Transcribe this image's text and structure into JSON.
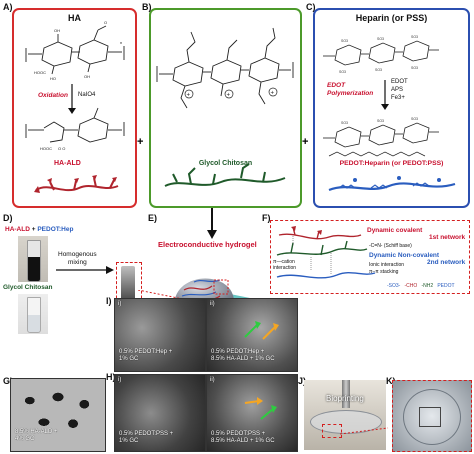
{
  "panels": {
    "A": {
      "letter": "A)",
      "title": "HA",
      "reaction_label": "Oxidation",
      "reagent": "NaIO4",
      "product_label": "HA-ALD"
    },
    "B": {
      "letter": "B)",
      "product_label": "Glycol Chitosan"
    },
    "C": {
      "letter": "C)",
      "title": "Heparin (or PSS)",
      "reaction_label_1": "EDOT",
      "reaction_label_2": "Polymerization",
      "reagent_1": "EDOT",
      "reagent_2": "APS",
      "reagent_3": "Fe3+",
      "product_label": "PEDOT:Heparin (or PEDOT:PSS)"
    },
    "D": {
      "letter": "D)",
      "component_1": "HA-ALD",
      "component_2": "PEDOT:Hep",
      "component_3": "Glycol Chitosan",
      "mixing_label_1": "Homogenous",
      "mixing_label_2": "mixing"
    },
    "E": {
      "letter": "E)",
      "hydrogel_label": "Electroconductive hydrogel"
    },
    "F": {
      "letter": "F)",
      "covalent_label": "Dynamic covalent",
      "network_1": "1st network",
      "schiff_label": "-C=N- (Schiff base)",
      "noncovalent_label": "Dynamic  Non-covalent",
      "network_2": "2nd network",
      "cation_label_1": "π—cation",
      "cation_label_2": "interaction",
      "ionic_label": "Ionic interaction",
      "pi_label": "π–π stacking",
      "legend_1": "-SO3-",
      "legend_2": "-CHO",
      "legend_3": "-NH2",
      "legend_4": "PEDOT"
    },
    "G": {
      "letter": "G)",
      "caption_1": "8.5% HA-ALD +",
      "caption_2": "4% GC"
    },
    "H": {
      "letter": "H)"
    },
    "I": {
      "letter": "I)"
    },
    "J": {
      "letter": "J)",
      "bioprinting_label": "Bioprinting"
    },
    "K": {
      "letter": "K)"
    }
  },
  "plus_signs": [
    "+",
    "+"
  ],
  "sem_tiles": [
    {
      "roman": "i)",
      "caption_1": "0.5% PEDOT:Hep +",
      "caption_2": "1% GC"
    },
    {
      "roman": "ii)",
      "caption_1": "0.5% PEDOT:Hep +",
      "caption_2": "8.5% HA-ALD + 1% GC"
    },
    {
      "roman": "i)",
      "caption_1": "0.5% PEDOT:PSS +",
      "caption_2": "1% GC"
    },
    {
      "roman": "ii)",
      "caption_1": "0.5% PEDOT:PSS +",
      "caption_2": "8.5% HA-ALD + 1% GC"
    }
  ],
  "colors": {
    "panel_A": "#d62d2d",
    "panel_B": "#4c9a2a",
    "panel_C": "#2b4fb0",
    "dashed_red": "#d41f1f",
    "polymer_red": "#b0242d",
    "chitosan_green": "#1f5a2a",
    "pedot_blue": "#2a5dbf"
  }
}
